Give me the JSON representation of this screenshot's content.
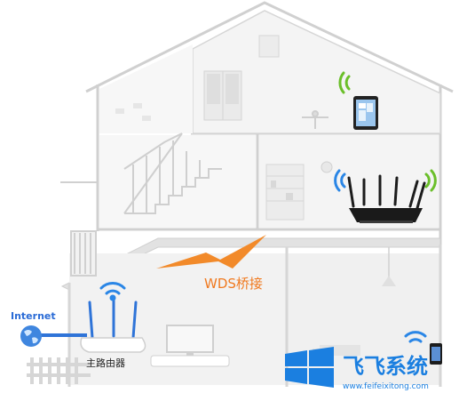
{
  "labels": {
    "internet": "Internet",
    "wds": "WDS桥接",
    "main_router": "主路由器"
  },
  "watermark": {
    "brand": "飞飞系统",
    "url": "www.feifeixitong.com"
  },
  "colors": {
    "wall": "#e8e8e8",
    "wall_stroke": "#d2d2d2",
    "bolt": "#f28a2a",
    "wds_text": "#f07a20",
    "internet_text": "#2a6bd6",
    "cable": "#2f74d8",
    "signal_blue": "#2a86e6",
    "signal_green": "#6bbf2a",
    "watermark_blue": "#1b7fe0"
  },
  "icons": [
    "globe-icon",
    "router-icon",
    "signal-icon",
    "tablet-icon",
    "phone-icon",
    "windows-logo-icon"
  ]
}
